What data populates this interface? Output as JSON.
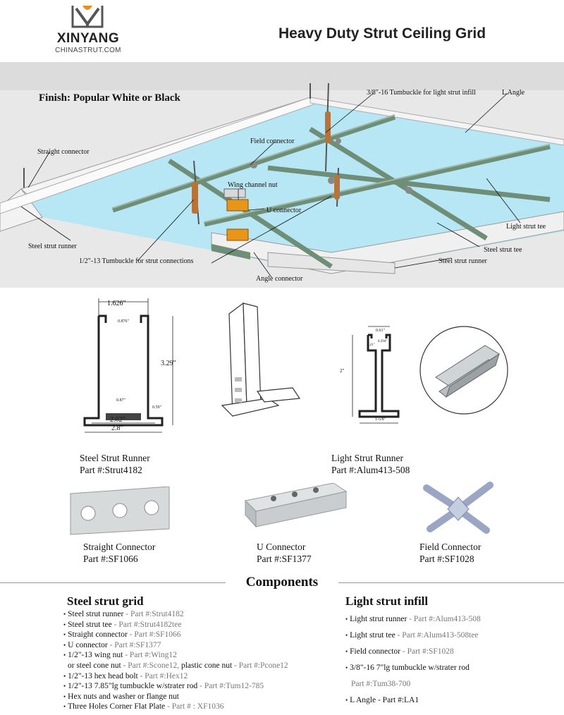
{
  "header": {
    "brand": "XINYANG",
    "brand_sub": "CHINASTRUT.COM",
    "title": "Heavy Duty Strut Ceiling Grid"
  },
  "diagram": {
    "finish": "Finish: Popular White or Black",
    "labels": {
      "tumbuckle_light": "3/8\"-16 Tumbuckle for light strut infill",
      "l_angle": "L Angle",
      "straight_connector": "Straight connector",
      "field_connector": "Field connector",
      "wing_nut": "Wing channel nut",
      "u_connector": "U connector",
      "light_strut_tee": "Light strut tee",
      "steel_strut_runner": "Steel strut runner",
      "steel_strut_tee": "Steel strut tee",
      "tumbuckle_strut": "1/2\"-13 Tumbuckle for strut connections",
      "steel_strut_runner_2": "Steel strut runner",
      "angle_connector": "Angle connector"
    }
  },
  "dimensions": {
    "steel": {
      "w_top": "1.626\"",
      "w_inner": "0.876\"",
      "h": "3.29\"",
      "w_slot": "0.87\"",
      "flange": "0.59\"",
      "w_base": "2.02\"",
      "w_total": "2.8\""
    },
    "light": {
      "w_top": "0.61\"",
      "t1": "0.21\"",
      "t2": "0.294\"",
      "h": "2\"",
      "w_base": "1-5/8\""
    }
  },
  "parts": {
    "steel_runner": {
      "name": "Steel Strut Runner",
      "part": "Part #:Strut4182"
    },
    "light_runner": {
      "name": "Light Strut Runner",
      "part": "Part #:Alum413-508"
    },
    "straight": {
      "name": "Straight Connector",
      "part": "Part #:SF1066"
    },
    "u_conn": {
      "name": "U Connector",
      "part": "Part #:SF1377"
    },
    "field": {
      "name": "Field Connector",
      "part": "Part #:SF1028"
    }
  },
  "components": {
    "title": "Components",
    "steel": {
      "heading": "Steel strut grid",
      "items": [
        {
          "name": "Steel strut runner",
          "part": "- Part #:Strut4182"
        },
        {
          "name": "Steel strut tee",
          "part": "- Part #:Strut4182tee"
        },
        {
          "name": "Straight connector",
          "part": "- Part #:SF1066"
        },
        {
          "name": "U connector",
          "part": "- Part #:SF1377"
        },
        {
          "name": "1/2\"-13 wing nut",
          "part": "- Part #:Wing12"
        },
        {
          "name": "or steel cone nut",
          "part": "- Part #:Scone12,",
          "extra": "plastic cone nut",
          "extra_part": "- Part #:Pcone12"
        },
        {
          "name": "1/2\"-13 hex head bolt",
          "part": "- Part #:Hex12"
        },
        {
          "name": "1/2\"-13 7.85\"lg tumbuckle w/strater rod",
          "part": "- Part #:Tum12-785"
        },
        {
          "name": "Hex nuts and washer or flange nut",
          "part": ""
        },
        {
          "name": "Three Holes Corner Flat Plate",
          "part": "- Part # : XF1036"
        }
      ]
    },
    "light": {
      "heading": "Light strut infill",
      "items": [
        {
          "name": "Light strut runner",
          "part": "- Part #:Alum413-508"
        },
        {
          "name": "Light strut tee",
          "part": "- Part #:Alum413-508tee"
        },
        {
          "name": "Field connector",
          "part": "- Part #:SF1028"
        },
        {
          "name": "3/8\"-16  7\"lg tumbuckle w/strater rod",
          "part": ""
        },
        {
          "name": "",
          "part": "Part #:Tum38-700"
        },
        {
          "name": "L Angle - Part #:LA1",
          "part": ""
        }
      ]
    }
  },
  "colors": {
    "panel": "#b7e6f5",
    "strut": "#7e9c86",
    "sky": "#e8e8e8",
    "tumbuckle": "#b8733b",
    "nut": "#e8951a"
  }
}
